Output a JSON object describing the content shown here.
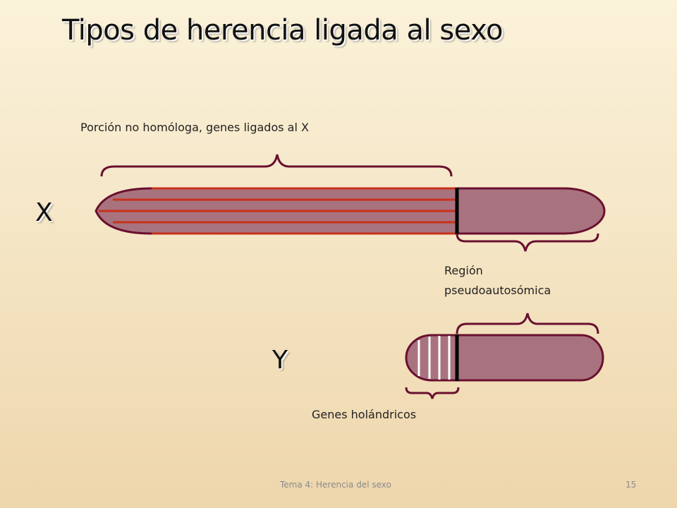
{
  "slide": {
    "title": "Tipos de herencia ligada al sexo",
    "footer_text": "Tema 4: Herencia del sexo",
    "page_number": "15"
  },
  "diagram": {
    "x_chromosome_label": "X",
    "y_chromosome_label": "Y",
    "non_homologous_label": "Porción no homóloga, genes ligados al X",
    "pseudoautosomal_label_line1": "Región",
    "pseudoautosomal_label_line2": "pseudoautosómica",
    "holandric_label": "Genes holándricos"
  },
  "colors": {
    "chromosome_fill": "#a8737f",
    "chromosome_outline": "#6a0f2f",
    "x_stripes": "#c8321a",
    "divider": "#000000",
    "y_stripes": "#ffffff"
  }
}
